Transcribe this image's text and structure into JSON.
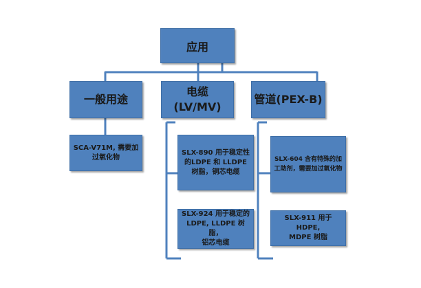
{
  "root": {
    "label": "应用"
  },
  "categories": [
    {
      "label": "一般用途"
    },
    {
      "label_line1": "电缆",
      "label_line2": "(LV/MV)"
    },
    {
      "label": "管道(PEX-B)"
    }
  ],
  "products": [
    {
      "line1": "SCA-V71M, 需要加",
      "line2": "过氧化物"
    },
    {
      "line1": "SLX-890 用于稳定性",
      "line2": "的LDPE 和 LLDPE",
      "line3": "树脂，铜芯电缆"
    },
    {
      "line1": "SLX-924 用于稳定的",
      "line2": "LDPE, LLDPE 树脂，",
      "line3": "铝芯电缆"
    },
    {
      "line1": "SLX-604 含有特殊的加",
      "line2": "工助剂，需要加过氧化物"
    },
    {
      "line1": "SLX-911 用于HDPE,",
      "line2": "MDPE 树脂"
    }
  ],
  "colors": {
    "node_fill": "#4f81bd",
    "connector": "#4f81bd"
  }
}
